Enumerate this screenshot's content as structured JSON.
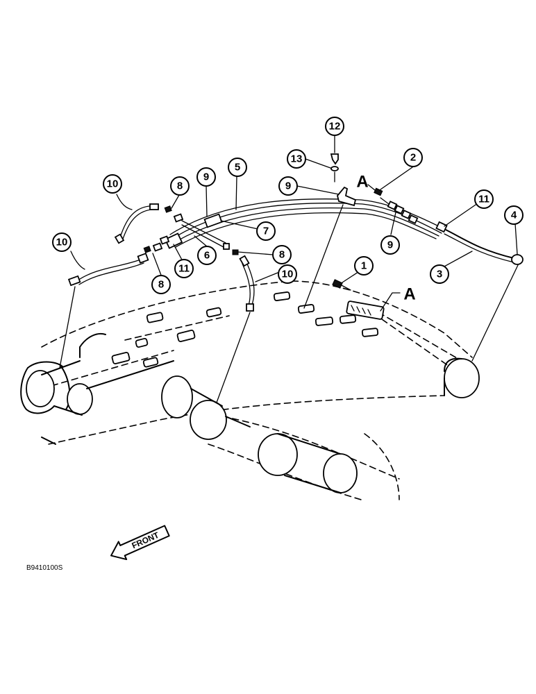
{
  "callouts": [
    {
      "id": "c1",
      "label": "1"
    },
    {
      "id": "c2",
      "label": "2"
    },
    {
      "id": "c3",
      "label": "3"
    },
    {
      "id": "c4",
      "label": "4"
    },
    {
      "id": "c5",
      "label": "5"
    },
    {
      "id": "c6",
      "label": "6"
    },
    {
      "id": "c7",
      "label": "7"
    },
    {
      "id": "c8a",
      "label": "8"
    },
    {
      "id": "c8b",
      "label": "8"
    },
    {
      "id": "c8c",
      "label": "8"
    },
    {
      "id": "c9a",
      "label": "9"
    },
    {
      "id": "c9b",
      "label": "9"
    },
    {
      "id": "c9c",
      "label": "9"
    },
    {
      "id": "c10a",
      "label": "10"
    },
    {
      "id": "c10b",
      "label": "10"
    },
    {
      "id": "c10c",
      "label": "10"
    },
    {
      "id": "c11a",
      "label": "11"
    },
    {
      "id": "c11b",
      "label": "11"
    },
    {
      "id": "c12",
      "label": "12"
    },
    {
      "id": "c13",
      "label": "13"
    }
  ],
  "detail_marks": {
    "upper": "A",
    "lower": "A"
  },
  "front_label": "FRONT",
  "figure_code": "B9410100S"
}
